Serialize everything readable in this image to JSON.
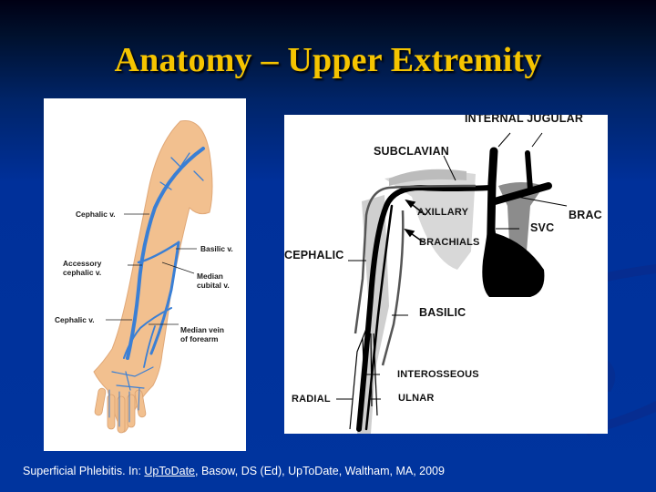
{
  "slide": {
    "title": "Anatomy – Upper Extremity",
    "colors": {
      "title": "#f5c400",
      "background_top": "#000014",
      "background_bottom": "#00349e",
      "vein_blue": "#3a7fd5",
      "skin": "#f2c08f"
    }
  },
  "left_figure": {
    "labels": {
      "cephalic_upper": "Cephalic v.",
      "basilic": "Basilic v.",
      "accessory_cephalic_line1": "Accessory",
      "accessory_cephalic_line2": "cephalic v.",
      "median_cubital_line1": "Median",
      "median_cubital_line2": "cubital v.",
      "cephalic_lower": "Cephalic v.",
      "median_forearm_line1": "Median vein",
      "median_forearm_line2": "of forearm"
    }
  },
  "right_figure": {
    "labels": {
      "internal_jugular": "INTERNAL  JUGULAR",
      "subclavian": "SUBCLAVIAN",
      "brachiocephalic_truncated": "BRAC",
      "axillary": "AXILLARY",
      "svc": "SVC",
      "brachials": "BRACHIALS",
      "cephalic": "CEPHALIC",
      "basilic": "BASILIC",
      "interosseous": "INTEROSSEOUS",
      "radial": "RADIAL",
      "ulnar": "ULNAR"
    }
  },
  "citation": {
    "prefix": "Superficial Phlebitis. In: ",
    "link_text": "UpToDate",
    "suffix": ", Basow, DS (Ed), UpToDate, Waltham, MA, 2009"
  }
}
